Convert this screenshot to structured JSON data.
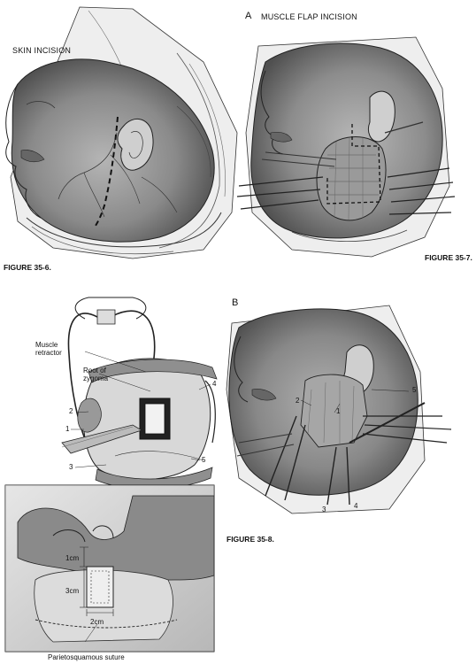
{
  "panels": {
    "fig6": {
      "header": "SKIN INCISION",
      "caption": "FIGURE 35-6."
    },
    "fig7": {
      "letter": "A",
      "header": "MUSCLE FLAP INCISION",
      "caption": "FIGURE 35-7."
    },
    "fig8a": {
      "labels": {
        "muscle_retractor": "Muscle\nretractor",
        "root_zygoma": "Root of\nzygoma"
      },
      "numbers": [
        "1",
        "2",
        "3",
        "4",
        "5"
      ]
    },
    "fig8inset": {
      "dims": {
        "top": "1cm",
        "height": "3cm",
        "width": "2cm"
      },
      "suture_label": "Parietosquamous suture"
    },
    "fig8b": {
      "letter": "B",
      "numbers": [
        "2",
        "1",
        "5",
        "3",
        "4"
      ]
    },
    "fig8caption": "FIGURE 35-8."
  },
  "colors": {
    "ink": "#111111",
    "shade_dark": "#555555",
    "shade_mid": "#8a8a8a",
    "shade_light": "#c9c9c9",
    "paper": "#ffffff"
  }
}
